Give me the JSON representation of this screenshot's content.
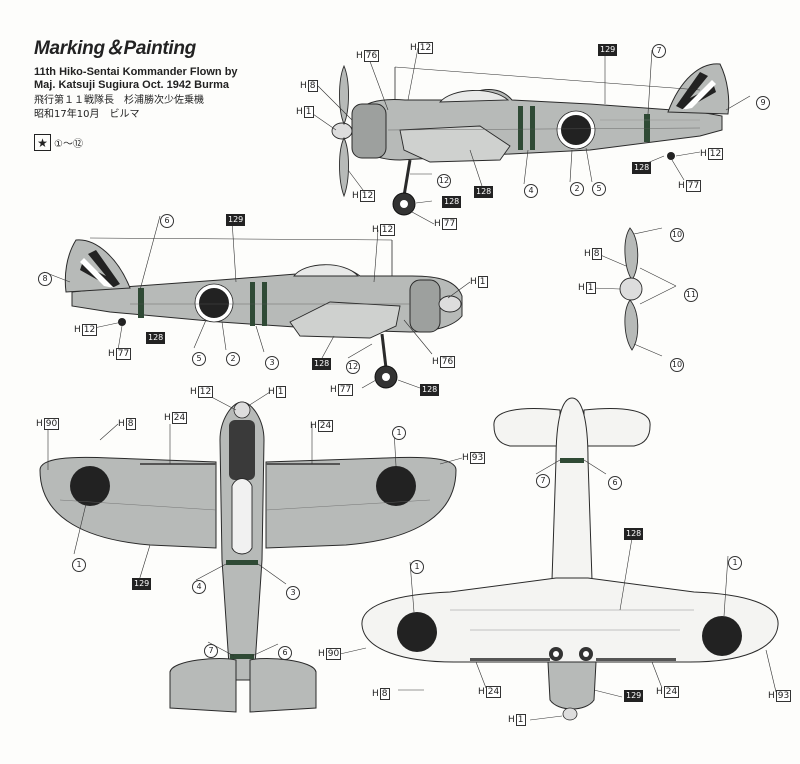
{
  "header": {
    "title": "Marking＆Painting",
    "line1": "11th Hiko-Sentai Kommander Flown by",
    "line2": "Maj. Katsuji Sugiura Oct. 1942 Burma",
    "line3": "飛行第１１戦隊長　杉浦勝次少佐乗機",
    "line4": "昭和17年10月　ビルマ"
  },
  "legend": {
    "symbol": "★",
    "range": "①～⑫"
  },
  "colors": {
    "paint": "#b7bab8",
    "stroke": "#2a2a2a",
    "hinomaru": "#222222",
    "band": "#2f4a35",
    "canvas": "#fdfdfb"
  },
  "codes": {
    "h1": "1",
    "h8": "8",
    "h12": "12",
    "h24": "24",
    "h76": "76",
    "h77": "77",
    "h90": "90",
    "h93": "93",
    "c128": "128",
    "c129": "129",
    "n1": "1",
    "n2": "2",
    "n3": "3",
    "n4": "4",
    "n5": "5",
    "n6": "6",
    "n7": "7",
    "n8": "8",
    "n9": "9",
    "n10": "10",
    "n11": "11",
    "n12": "12",
    "H": "H"
  }
}
